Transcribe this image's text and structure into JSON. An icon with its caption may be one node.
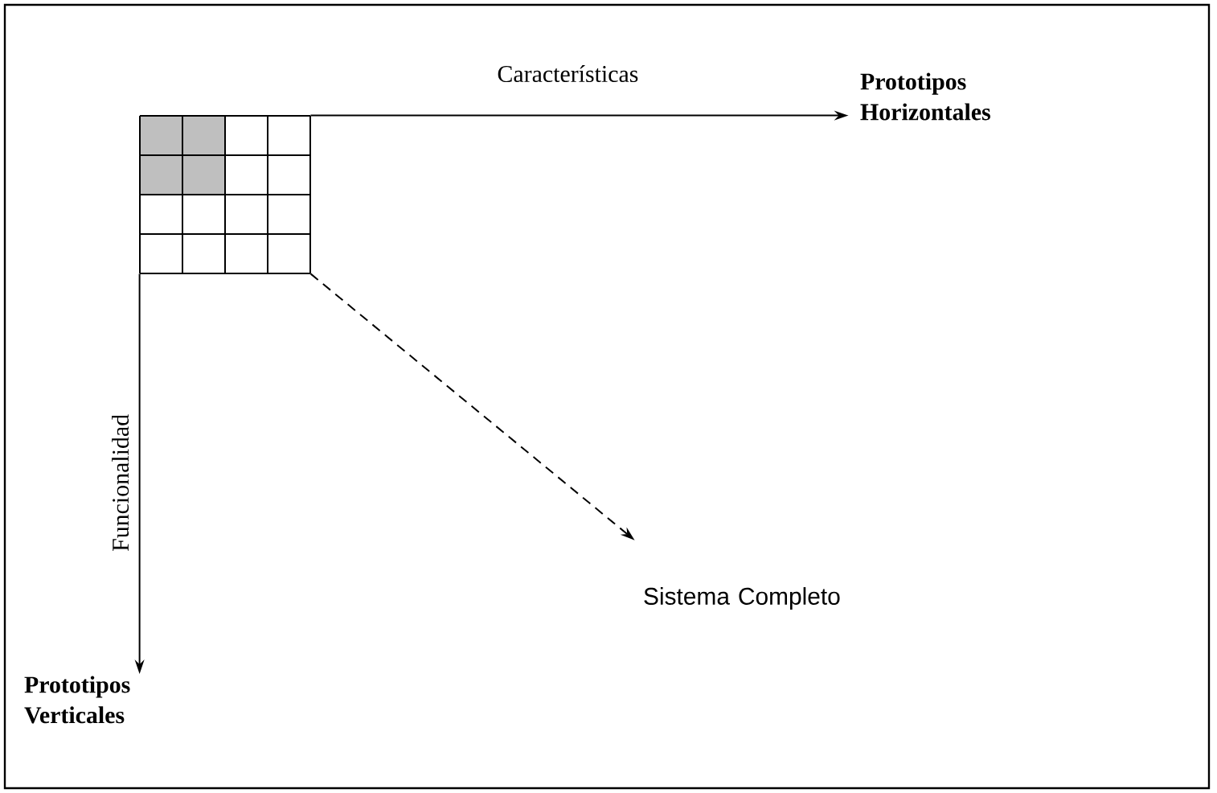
{
  "diagram": {
    "nodes": [
      {
        "text": [],
        "shape": "grid"
      },
      {
        "text": [
          "Prototipos Horizontales"
        ]
      },
      {
        "text": [
          "Prototipos Verticales"
        ]
      },
      {
        "text": [
          "Sistema Completo"
        ]
      }
    ],
    "edges": [
      {
        "from": 0,
        "to": 1,
        "arrow": "to",
        "label": "Características"
      },
      {
        "from": 0,
        "to": 2,
        "arrow": "to",
        "label": "Funcionalidad"
      },
      {
        "from": 0,
        "to": 3,
        "arrow": "to",
        "style": "dashed"
      }
    ]
  }
}
